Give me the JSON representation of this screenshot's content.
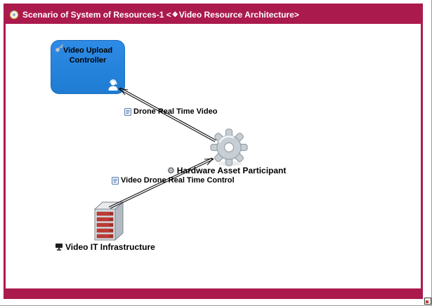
{
  "colors": {
    "accent": "#AB1A4D",
    "node_blue": "#2E8BE6",
    "node_blue_border": "#1C6FBE",
    "edge_line": "#111111",
    "gear_gray": "#C7CED4",
    "server_red": "#C23A34"
  },
  "titlebar": {
    "title_prefix": "Scenario of System of Resources-1 <",
    "title_suffix": "Video Resource Architecture>"
  },
  "icons": {
    "architecture_diamond_glyph": "❖",
    "participant_gear_glyph": "⚙"
  },
  "nodes": {
    "controller": {
      "label": "Video Upload Controller"
    },
    "participant": {
      "label": "Hardware Asset Participant"
    },
    "infrastructure": {
      "label": "Video IT Infrastructure"
    }
  },
  "edges": {
    "video": {
      "label": "Drone Real Time Video",
      "from": "Hardware Asset Participant",
      "to": "Video Upload Controller"
    },
    "control": {
      "label": "Video Drone Real Time Control",
      "from": "Video IT Infrastructure",
      "to": "Hardware Asset Participant"
    }
  }
}
